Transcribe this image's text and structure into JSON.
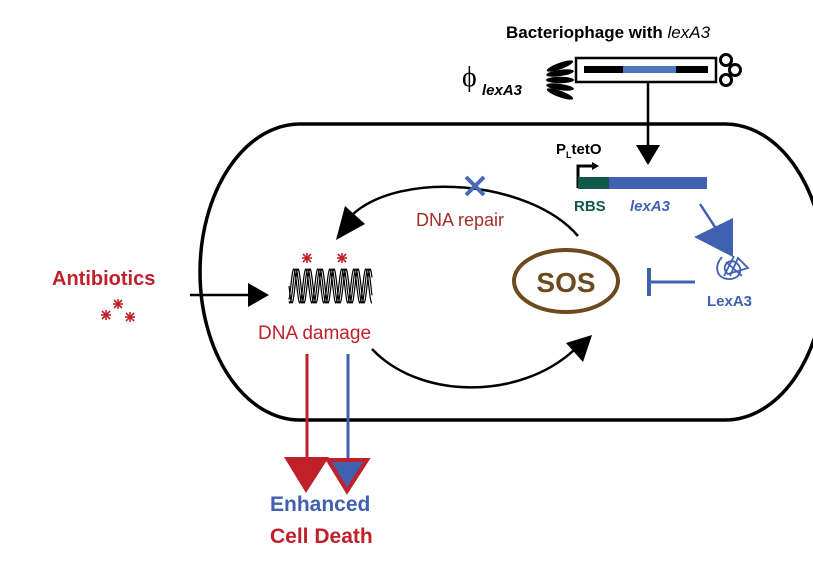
{
  "colors": {
    "black": "#000000",
    "red": "#c0202a",
    "blue": "#4060b0",
    "brown": "#6b4a1e",
    "dark_green": "#0f5a4a",
    "repair_text": "#a0302a"
  },
  "phage": {
    "title_prefix": "Bacteriophage with ",
    "title_gene": "lexA3",
    "phi_symbol": "ϕ",
    "phi_subscript": "lexA3"
  },
  "construct": {
    "promoter_main": "P",
    "promoter_sub": "L",
    "promoter_rest": "tetO",
    "rbs_label": "RBS",
    "gene_label": "lexA3"
  },
  "nodes": {
    "antibiotics": "Antibiotics",
    "dna_damage": "DNA damage",
    "dna_repair": "DNA repair",
    "sos": "SOS",
    "lexa3_protein": "LexA3",
    "outcome_line1": "Enhanced",
    "outcome_line2": "Cell Death"
  }
}
